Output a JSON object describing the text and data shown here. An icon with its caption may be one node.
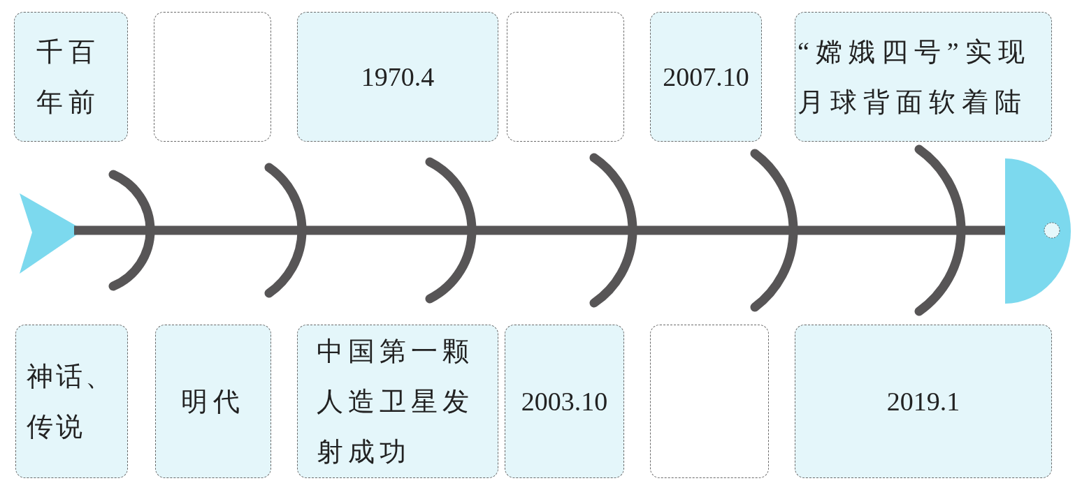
{
  "diagram": {
    "nodes": [
      {
        "text": [
          "千百年前"
        ]
      },
      {
        "text": [],
        "shape": "box"
      },
      {
        "text": [
          "1970.4"
        ]
      },
      {
        "text": [],
        "shape": "box"
      },
      {
        "text": [
          "2007.10"
        ]
      },
      {
        "text": [
          "“嫦娥四号”实现月球背面软着陆"
        ]
      },
      {
        "text": [
          "神话、传说"
        ]
      },
      {
        "text": [
          "明代"
        ]
      },
      {
        "text": [
          "中国第一颗人造卫星发射成功"
        ]
      },
      {
        "text": [
          "2003.10"
        ]
      },
      {
        "text": [],
        "shape": "box"
      },
      {
        "text": [
          "2019.1"
        ]
      }
    ]
  }
}
